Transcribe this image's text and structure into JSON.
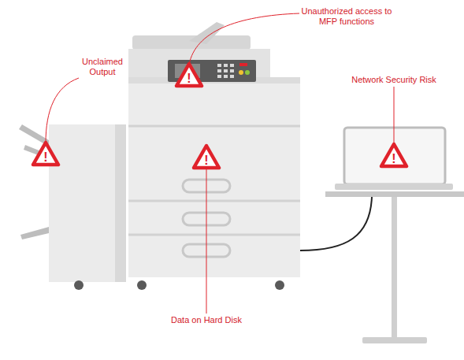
{
  "diagram": {
    "nodes": [
      {
        "text": [
          "!"
        ]
      },
      {
        "text": [
          "!"
        ]
      },
      {
        "text": [
          "!"
        ]
      },
      {
        "text": [
          "!"
        ]
      }
    ],
    "labels": [
      "Unauthorized access to MFP functions",
      "Unclaimed Output",
      "Network Security Risk",
      "Data on Hard Disk"
    ]
  }
}
